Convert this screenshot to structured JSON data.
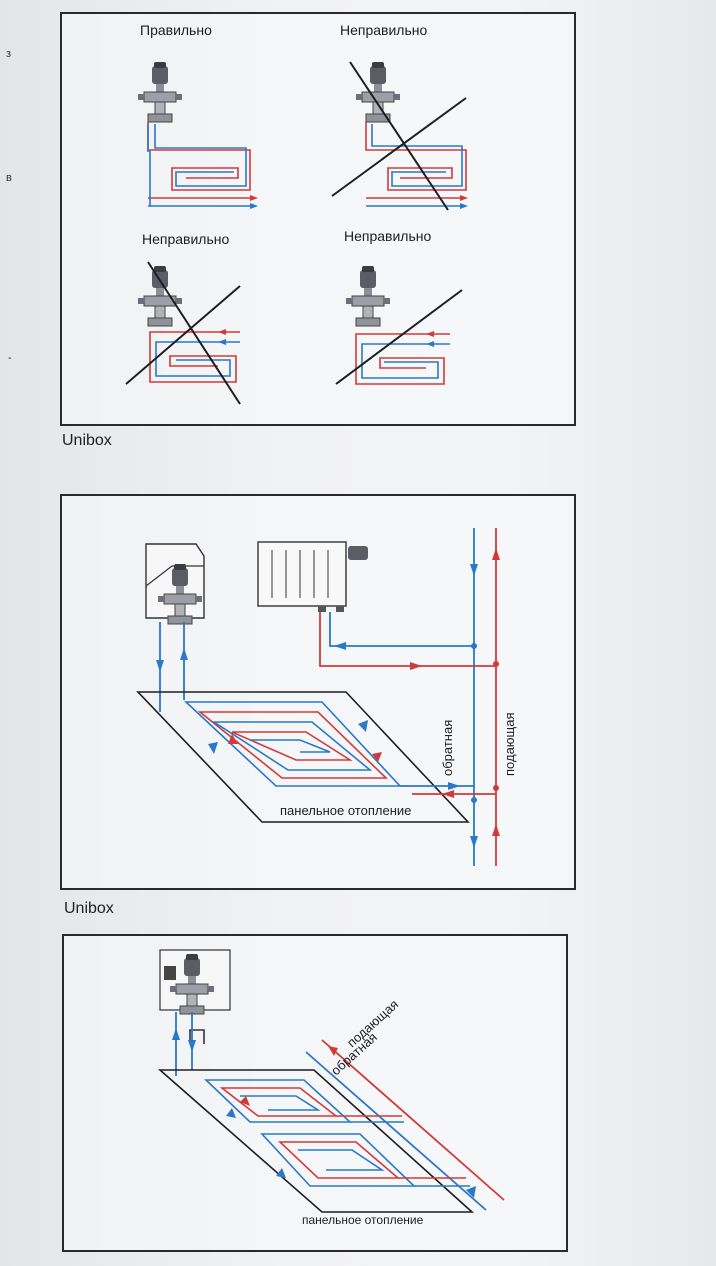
{
  "panel1": {
    "correct_label": "Правильно",
    "wrong_label_top": "Неправильно",
    "wrong_label_bottom_left": "Неправильно",
    "wrong_label_bottom_right": "Неправильно"
  },
  "panel2": {
    "caption": "Unibox",
    "return_label": "обратная",
    "supply_label": "подающая",
    "floor_label": "панельное отопление"
  },
  "panel3": {
    "caption": "Unibox",
    "supply_label": "подающая",
    "return_label": "обратная",
    "floor_label": "панельное отопление"
  },
  "edge_marks": [
    "з",
    "в",
    "-"
  ],
  "colors": {
    "supply": "#d23a3a",
    "return": "#2a78c8",
    "line": "#1e1e22"
  }
}
